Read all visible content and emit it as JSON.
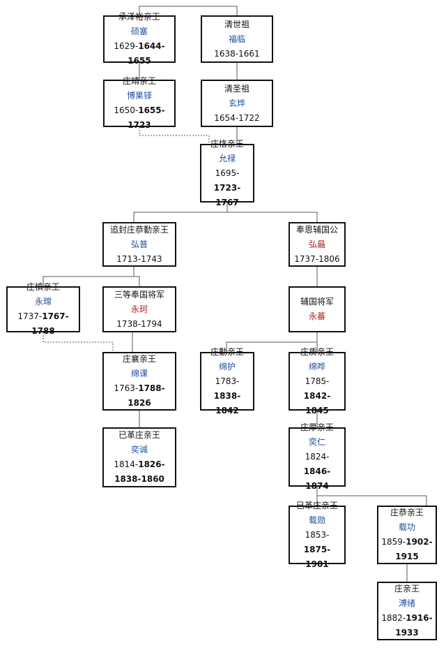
{
  "nodes": [
    {
      "id": "chengze",
      "title": "承泽裕亲王",
      "name": "硕塞",
      "years": [
        "1629-",
        "1644-1655"
      ]
    },
    {
      "id": "shizu",
      "title": "清世祖",
      "name": "福临",
      "years": [
        "1638-1661"
      ]
    },
    {
      "id": "zhuangjing",
      "title": "庄靖亲王",
      "name": "博果铎",
      "years": [
        "1650-",
        "1655-1723"
      ]
    },
    {
      "id": "shengzu",
      "title": "清圣祖",
      "name": "玄烨",
      "years": [
        "1654-1722"
      ]
    },
    {
      "id": "zhuangke",
      "title": "庄恪亲王",
      "name": "允禄",
      "years": [
        "1695-",
        "1723-1767"
      ]
    },
    {
      "id": "zhuifeng",
      "title": "追封庄恭勤亲王",
      "name": "弘普",
      "years": [
        "1713-1743"
      ]
    },
    {
      "id": "fengen",
      "title": "奉恩辅国公",
      "name": "弘曧",
      "name_color": "red",
      "years": [
        "1737-1806"
      ]
    },
    {
      "id": "zhuangshen",
      "title": "庄慎亲王",
      "name": "永瑺",
      "years": [
        "1737-",
        "1767-1788"
      ]
    },
    {
      "id": "sandeng",
      "title": "三等奉国将军",
      "name": "永珂",
      "name_color": "red",
      "years": [
        "1738-1794"
      ]
    },
    {
      "id": "fuguo",
      "title": "辅国将军",
      "name": "永蕃",
      "name_color": "red",
      "years": []
    },
    {
      "id": "zhuangxiang",
      "title": "庄襄亲王",
      "name": "绵课",
      "years": [
        "1763-",
        "1788-1826"
      ]
    },
    {
      "id": "zhuangqin",
      "title": "庄勤亲王",
      "name": "绵护",
      "years": [
        "1783-",
        "1838-1842"
      ]
    },
    {
      "id": "zhuangzhi",
      "title": "庄质亲王",
      "name": "绵哗",
      "years": [
        "1785-",
        "1842-1845"
      ]
    },
    {
      "id": "yige1",
      "title": "已革庄亲王",
      "name": "奕𫍯",
      "years": [
        "1814-",
        "1826-1838-1860"
      ]
    },
    {
      "id": "zhuanghou",
      "title": "庄厚亲王",
      "name": "奕仁",
      "years": [
        "1824-",
        "1846-1874"
      ]
    },
    {
      "id": "yige2",
      "title": "已革庄亲王",
      "name": "载勋",
      "years": [
        "1853-",
        "1875-1901"
      ]
    },
    {
      "id": "zhuanggong",
      "title": "庄恭亲王",
      "name": "载功",
      "years": [
        "1859-",
        "1902-1915"
      ]
    },
    {
      "id": "zhuang",
      "title": "庄亲王",
      "name": "溥绪",
      "years": [
        "1882-",
        "1916-1933"
      ]
    }
  ]
}
